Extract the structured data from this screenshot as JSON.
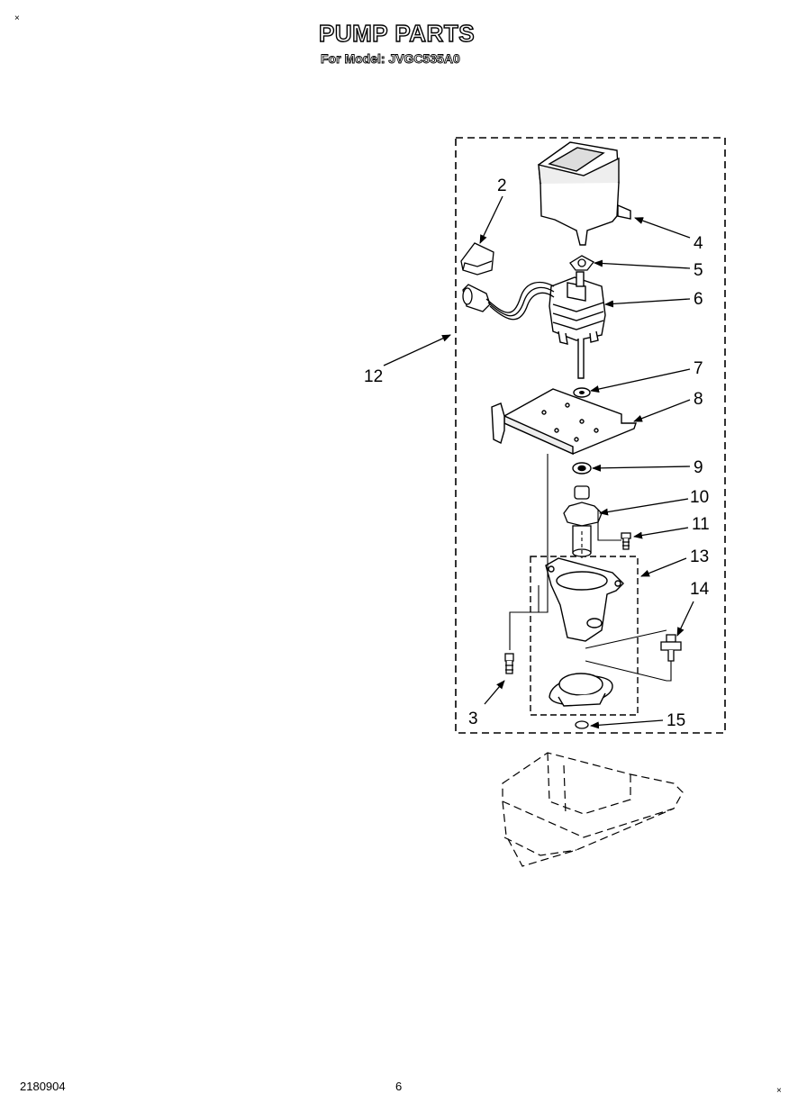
{
  "header": {
    "title": "PUMP PARTS",
    "subtitle": "For Model: JVGC535A0"
  },
  "corner_marks": {
    "top_left": "×",
    "bottom_right": "×"
  },
  "footer": {
    "doc_number": "2180904",
    "page_number": "6"
  },
  "callouts": [
    "2",
    "3",
    "4",
    "5",
    "6",
    "7",
    "8",
    "9",
    "10",
    "11",
    "12",
    "13",
    "14",
    "15"
  ]
}
